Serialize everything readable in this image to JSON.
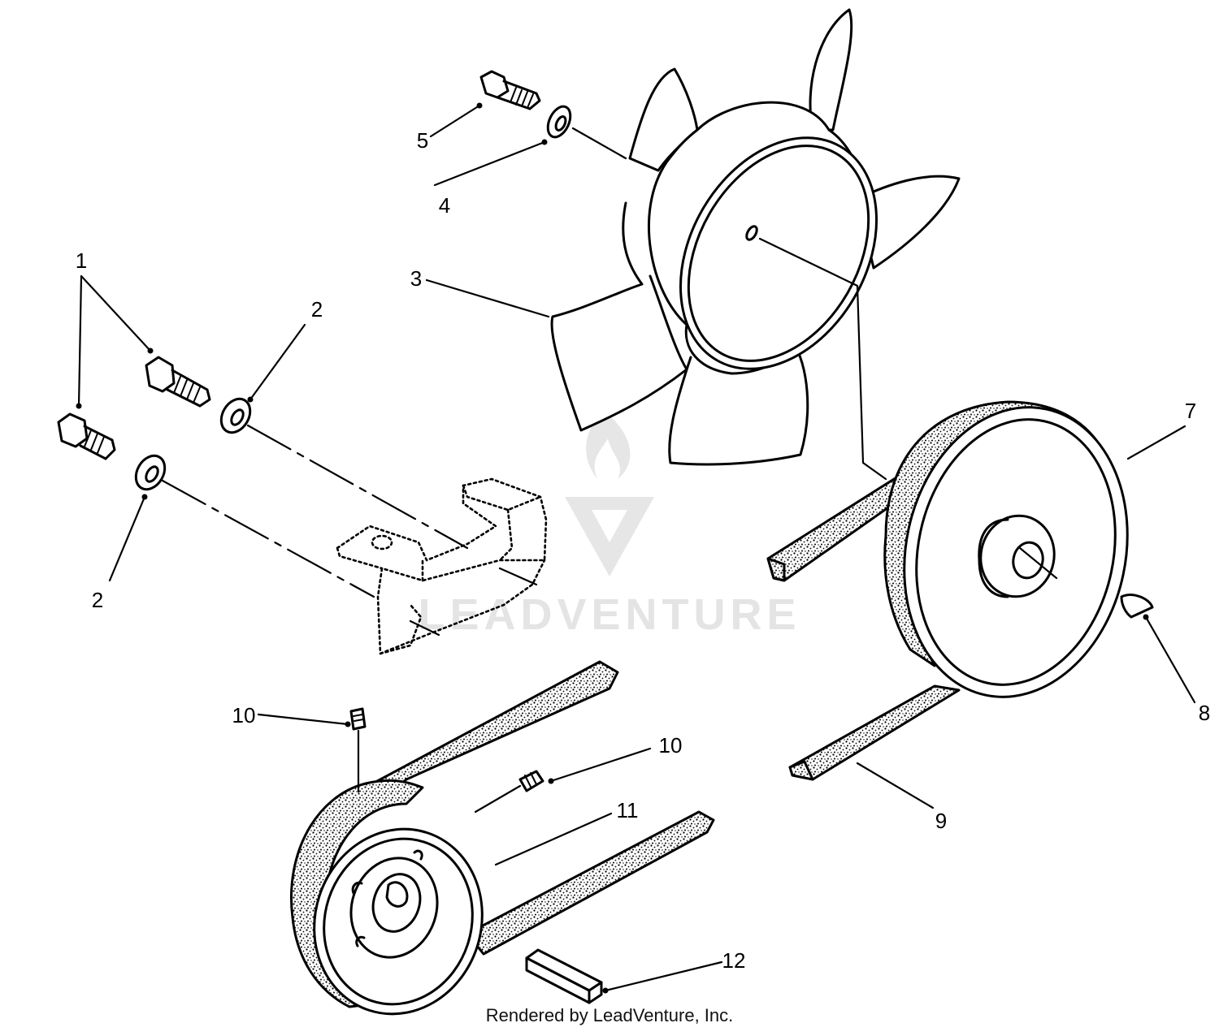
{
  "watermark": "LEADVENTURE",
  "footer": "Rendered by LeadVenture, Inc.",
  "callouts": {
    "c1": "1",
    "c2a": "2",
    "c2b": "2",
    "c3": "3",
    "c4": "4",
    "c5": "5",
    "c7": "7",
    "c8": "8",
    "c9": "9",
    "c10a": "10",
    "c10b": "10",
    "c11": "11",
    "c12": "12"
  },
  "colors": {
    "ink": "#000000",
    "watermark": "#e4e4e4",
    "belt_fill": "#2a2a2a"
  },
  "icons": [
    "leadventure-logo-icon"
  ]
}
